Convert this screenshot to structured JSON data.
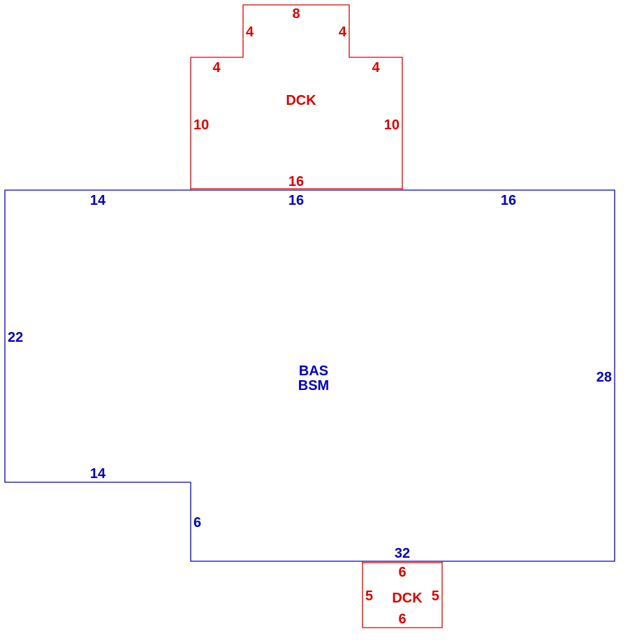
{
  "main_structure": {
    "color": "#0000c8",
    "codes": [
      "BAS",
      "BSM"
    ],
    "dimensions": {
      "top_left": "14",
      "top_middle": "16",
      "top_right": "16",
      "left": "22",
      "right": "28",
      "step_horizontal": "14",
      "step_vertical": "6",
      "bottom": "32"
    }
  },
  "top_deck": {
    "color": "#dd0000",
    "code": "DCK",
    "dimensions": {
      "top": "8",
      "upper_left": "4",
      "upper_right": "4",
      "ledge_left": "4",
      "ledge_right": "4",
      "left": "10",
      "right": "10",
      "bottom": "16"
    }
  },
  "bottom_deck": {
    "color": "#dd0000",
    "code": "DCK",
    "dimensions": {
      "top": "6",
      "left": "5",
      "right": "5",
      "bottom": "6"
    }
  }
}
